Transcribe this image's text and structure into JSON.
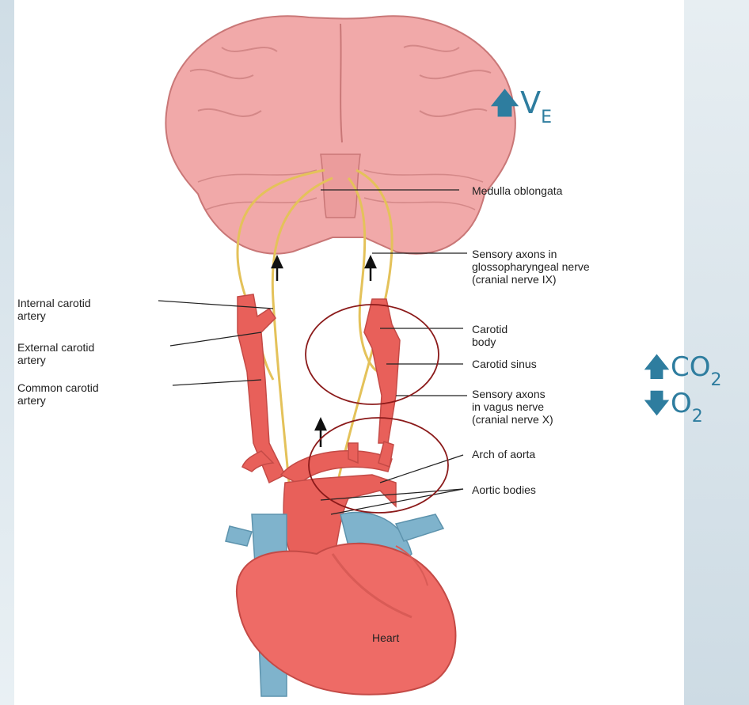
{
  "labels": {
    "medulla": "Medulla oblongata",
    "sensory_ix": "Sensory axons in\nglossopharyngeal nerve\n(cranial nerve IX)",
    "internal_carotid": "Internal carotid\nartery",
    "external_carotid": "External carotid\nartery",
    "common_carotid": "Common carotid\nartery",
    "carotid_body": "Carotid\nbody",
    "carotid_sinus": "Carotid sinus",
    "sensory_x": "Sensory axons\nin vagus nerve\n(cranial nerve X)",
    "arch_aorta": "Arch of aorta",
    "aortic_bodies": "Aortic bodies",
    "heart": "Heart"
  },
  "annotations": {
    "ve": {
      "arrow": "up",
      "base": "V",
      "sub": "E"
    },
    "co2": {
      "arrow": "up",
      "base": "CO",
      "sub": "2"
    },
    "o2": {
      "arrow": "down",
      "base": "O",
      "sub": "2"
    }
  },
  "colors": {
    "annotation": "#2e7d9f",
    "highlight_circle": "#8b1a1a",
    "nerve": "#e9c95c",
    "artery": "#e8605a",
    "vein": "#7fb3cc",
    "brain": "#f0a6a6"
  }
}
